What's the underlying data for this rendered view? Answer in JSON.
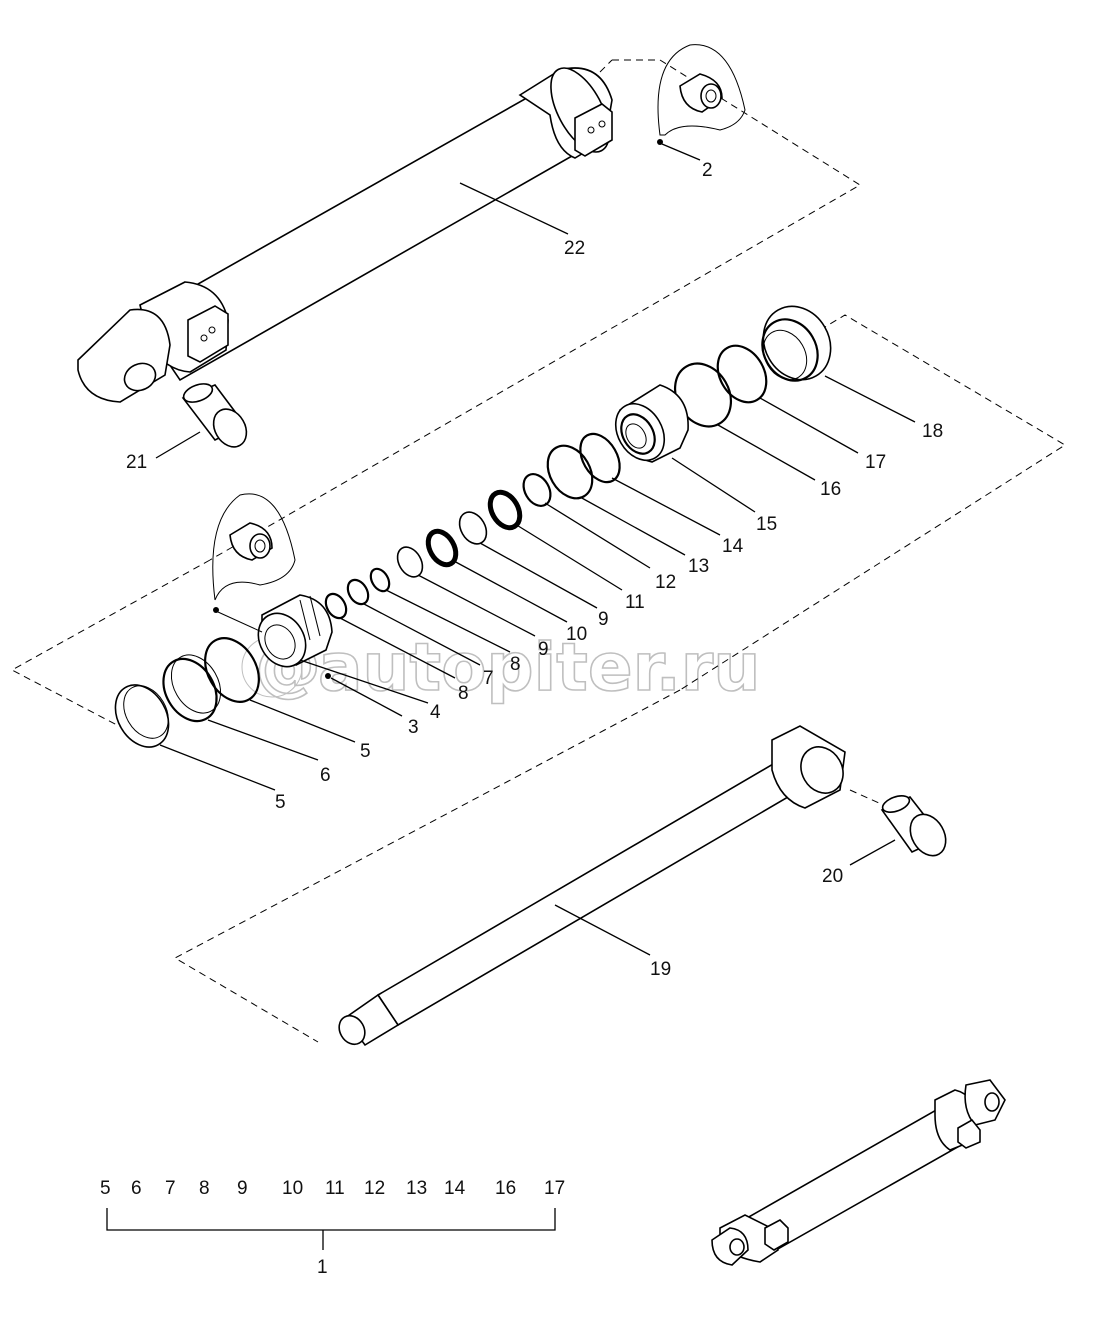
{
  "watermark": "autopiter.ru",
  "callouts": {
    "c1": "1",
    "c2": "2",
    "c3": "3",
    "c4": "4",
    "c5a": "5",
    "c5b": "5",
    "c6": "6",
    "c7": "7",
    "c8a": "8",
    "c8b": "8",
    "c9a": "9",
    "c9b": "9",
    "c10": "10",
    "c11": "11",
    "c12": "12",
    "c13": "13",
    "c14": "14",
    "c15": "15",
    "c16": "16",
    "c17": "17",
    "c18": "18",
    "c19": "19",
    "c20": "20",
    "c21": "21",
    "c22": "22"
  },
  "kit_list": [
    "5",
    "6",
    "7",
    "8",
    "9",
    "10",
    "11",
    "12",
    "13",
    "14",
    "16",
    "17"
  ],
  "kit_label": "1"
}
